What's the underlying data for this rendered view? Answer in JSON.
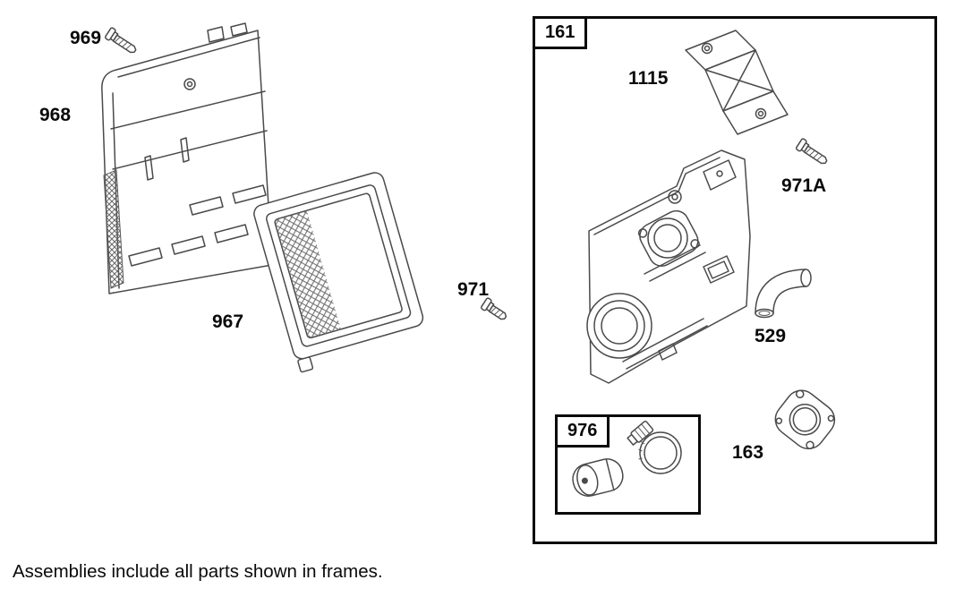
{
  "footnote": "Assemblies include all parts shown in frames.",
  "labels": {
    "part_969": "969",
    "part_968": "968",
    "part_967": "967",
    "part_971": "971",
    "part_1115": "1115",
    "part_971a": "971A",
    "part_529": "529",
    "part_163": "163",
    "frame_161": "161",
    "frame_976": "976"
  }
}
